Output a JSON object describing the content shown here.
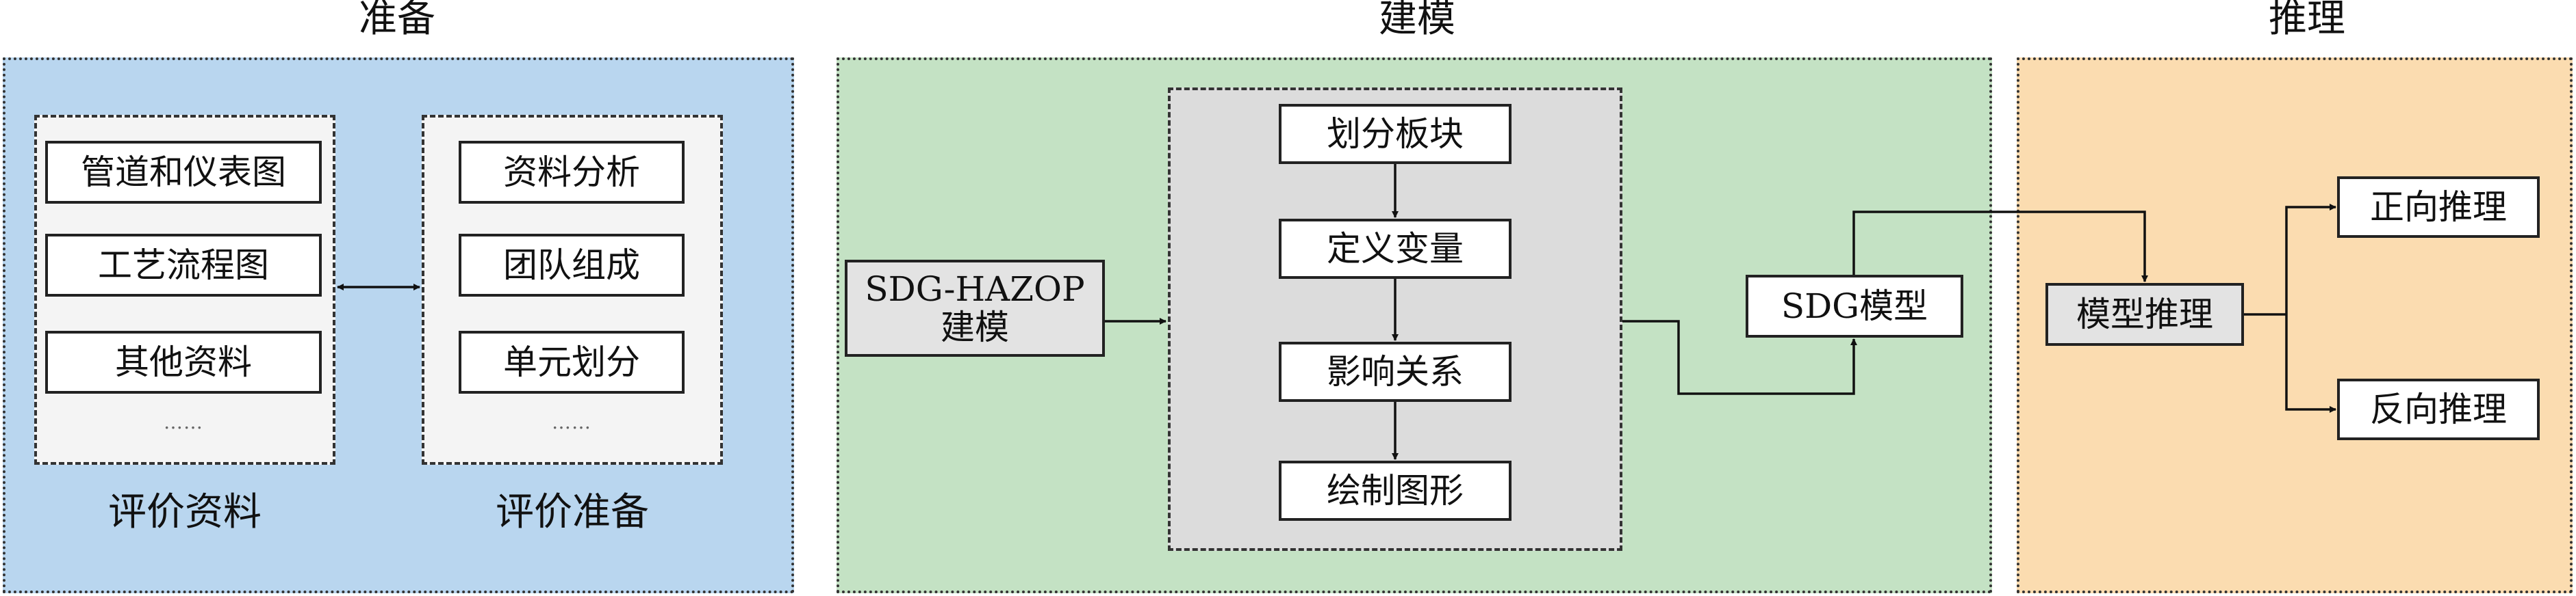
{
  "sections": {
    "prep": {
      "title": "准备"
    },
    "model": {
      "title": "建模"
    },
    "reason": {
      "title": "推理"
    }
  },
  "prep": {
    "left_group": {
      "items": [
        "管道和仪表图",
        "工艺流程图",
        "其他资料"
      ],
      "ellipsis": "……",
      "caption": "评价资料"
    },
    "right_group": {
      "items": [
        "资料分析",
        "团队组成",
        "单元划分"
      ],
      "ellipsis": "……",
      "caption": "评价准备"
    }
  },
  "model": {
    "input": {
      "line1": "SDG-HAZOP",
      "line2": "建模"
    },
    "steps": [
      "划分板块",
      "定义变量",
      "影响关系",
      "绘制图形"
    ],
    "output": "SDG模型"
  },
  "reason": {
    "center": "模型推理",
    "forward": "正向推理",
    "backward": "反向推理"
  },
  "colors": {
    "prep_bg": "#b9d6ef",
    "model_bg": "#c4e2c4",
    "reason_bg": "#fbdcb0",
    "group_bg": "#f4f4f4",
    "model_group_bg": "#dcdcdc"
  }
}
